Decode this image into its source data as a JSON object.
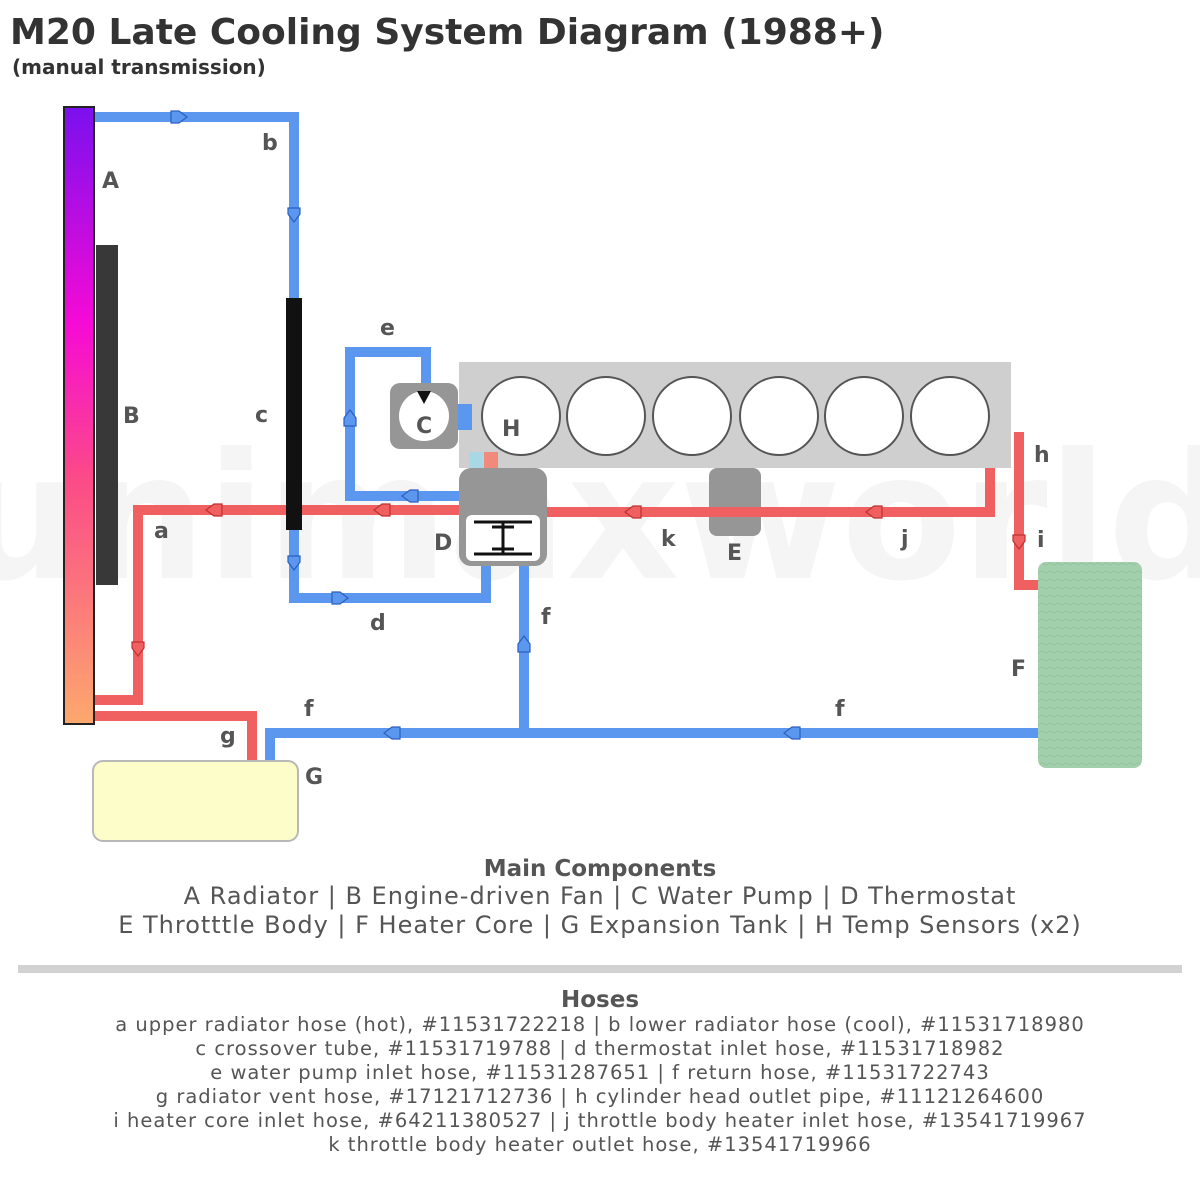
{
  "title": "M20 Late Cooling System Diagram (1988+)",
  "subtitle": "(manual transmission)",
  "watermark": "unimaxworld",
  "colors": {
    "hot": "#f06060",
    "cool": "#5b96ef",
    "block": "#cfcfcf",
    "part_gray": "#969696",
    "heater_core": "#9fcfa8",
    "expansion_tank": "#fdfdc9",
    "fan": "#383838"
  },
  "diagram_labels": {
    "component": {
      "A": "A",
      "B": "B",
      "C": "C",
      "D": "D",
      "E": "E",
      "F": "F",
      "G": "G",
      "H": "H"
    },
    "hose": {
      "a": "a",
      "b": "b",
      "c": "c",
      "d": "d",
      "e": "e",
      "f": "f",
      "g": "g",
      "h": "h",
      "i": "i",
      "j": "j",
      "k": "k"
    }
  },
  "components_legend": {
    "title": "Main Components",
    "rows": [
      "A   Radiator   |   B   Engine-driven Fan   |   C   Water Pump   |   D   Thermostat",
      "E   Throtttle Body   |   F   Heater Core   |   G   Expansion Tank   |   H   Temp Sensors (x2)"
    ]
  },
  "hoses_legend": {
    "title": "Hoses",
    "rows": [
      "a  upper radiator hose (hot), #11531722218  |  b  lower radiator hose (cool), #11531718980",
      "c  crossover tube, #11531719788  |  d  thermostat inlet hose, #11531718982",
      "e  water pump inlet hose, #11531287651  |  f  return hose, #11531722743",
      "g  radiator vent hose, #17121712736  |  h  cylinder head outlet pipe, #11121264600",
      "i  heater core inlet hose, #64211380527  |  j  throttle body heater inlet hose, #13541719967",
      "k  throttle body heater outlet hose, #13541719966"
    ]
  }
}
